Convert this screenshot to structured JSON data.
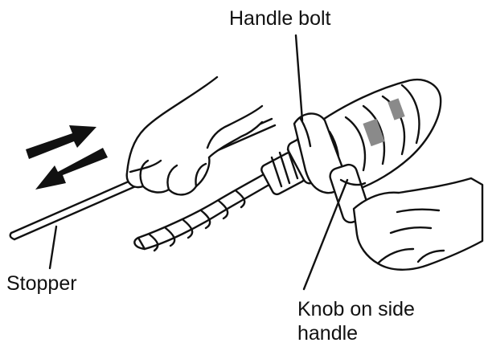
{
  "labels": {
    "handle_bolt": "Handle bolt",
    "stopper": "Stopper",
    "knob_line1": "Knob on side",
    "knob_line2": "handle"
  },
  "colors": {
    "ink": "#111111",
    "background": "#ffffff"
  },
  "icons": {
    "direction_arrows": "double-arrow-icon"
  }
}
